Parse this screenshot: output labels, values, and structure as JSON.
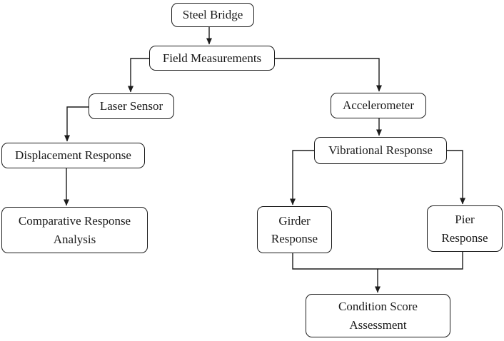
{
  "diagram": {
    "type": "flowchart",
    "nodes": [
      {
        "id": "steel-bridge",
        "label": "Steel Bridge"
      },
      {
        "id": "field-measurements",
        "label": "Field Measurements"
      },
      {
        "id": "laser-sensor",
        "label": "Laser Sensor"
      },
      {
        "id": "displacement-response",
        "label": "Displacement Response"
      },
      {
        "id": "comparative-response-analysis",
        "label": "Comparative Response Analysis"
      },
      {
        "id": "accelerometer",
        "label": "Accelerometer"
      },
      {
        "id": "vibrational-response",
        "label": "Vibrational Response"
      },
      {
        "id": "girder-response",
        "label": "Girder Response"
      },
      {
        "id": "pier-response",
        "label": "Pier Response"
      },
      {
        "id": "condition-score-assessment",
        "label": "Condition Score Assessment"
      }
    ],
    "edges": [
      {
        "from": "steel-bridge",
        "to": "field-measurements"
      },
      {
        "from": "field-measurements",
        "to": "laser-sensor"
      },
      {
        "from": "field-measurements",
        "to": "accelerometer"
      },
      {
        "from": "laser-sensor",
        "to": "displacement-response"
      },
      {
        "from": "displacement-response",
        "to": "comparative-response-analysis"
      },
      {
        "from": "accelerometer",
        "to": "vibrational-response"
      },
      {
        "from": "vibrational-response",
        "to": "girder-response"
      },
      {
        "from": "vibrational-response",
        "to": "pier-response"
      },
      {
        "from": "girder-response",
        "to": "condition-score-assessment"
      },
      {
        "from": "pier-response",
        "to": "condition-score-assessment"
      }
    ],
    "colors": {
      "background": "#ffffff",
      "box_fill": "#ffffff",
      "box_border": "#1c1c1c",
      "line": "#1c1c1c",
      "text": "#1a1a1a"
    }
  }
}
